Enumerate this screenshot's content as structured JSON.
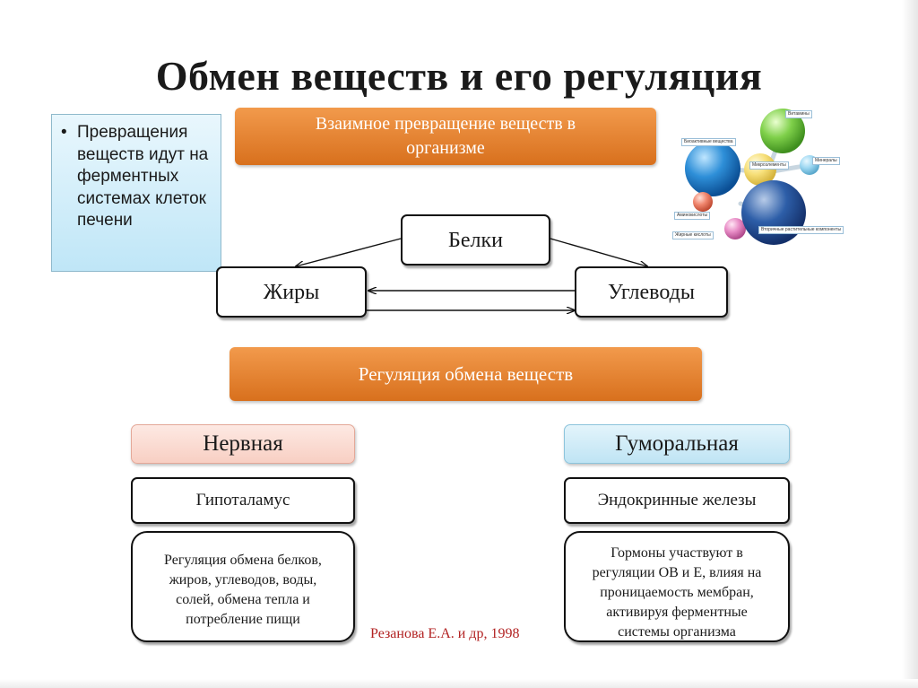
{
  "title": "Обмен веществ и его регуляция",
  "note": {
    "bullet": "•",
    "text": "Превращения веществ идут на ферментных системах клеток печени"
  },
  "transformation_header": {
    "line1": "Взаимное превращение веществ в",
    "line2": "организме"
  },
  "nodes": {
    "proteins": "Белки",
    "fats": "Жиры",
    "carbs": "Углеводы"
  },
  "regulation_header": "Регуляция обмена веществ",
  "nervous": {
    "label": "Нервная",
    "organ": "Гипоталамус",
    "description": [
      "Регуляция обмена белков,",
      "жиров, углеводов, воды,",
      "солей, обмена тепла и",
      "потребление пищи"
    ]
  },
  "humoral": {
    "label": "Гуморальная",
    "organ": "Эндокринные железы",
    "description": [
      "Гормоны участвуют в",
      "регуляции ОВ и Е, влияя на",
      "проницаемость мембран,",
      "активируя ферментные",
      "системы организма"
    ]
  },
  "credit": "Резанова Е.А. и др, 1998",
  "molecule_illustration": {
    "labels": [
      "Витамины",
      "Биоактивные вещества",
      "Микроэлементы",
      "Минералы",
      "Аминокислоты",
      "Жирные кислоты",
      "Вторичные растительные компоненты"
    ]
  },
  "colors": {
    "orange_header": "#e07f2c",
    "nervous_fill": "#f8d6cc",
    "humoral_fill": "#c9e8f6",
    "note_fill": "#c7e9f8",
    "credit": "#b22222"
  }
}
